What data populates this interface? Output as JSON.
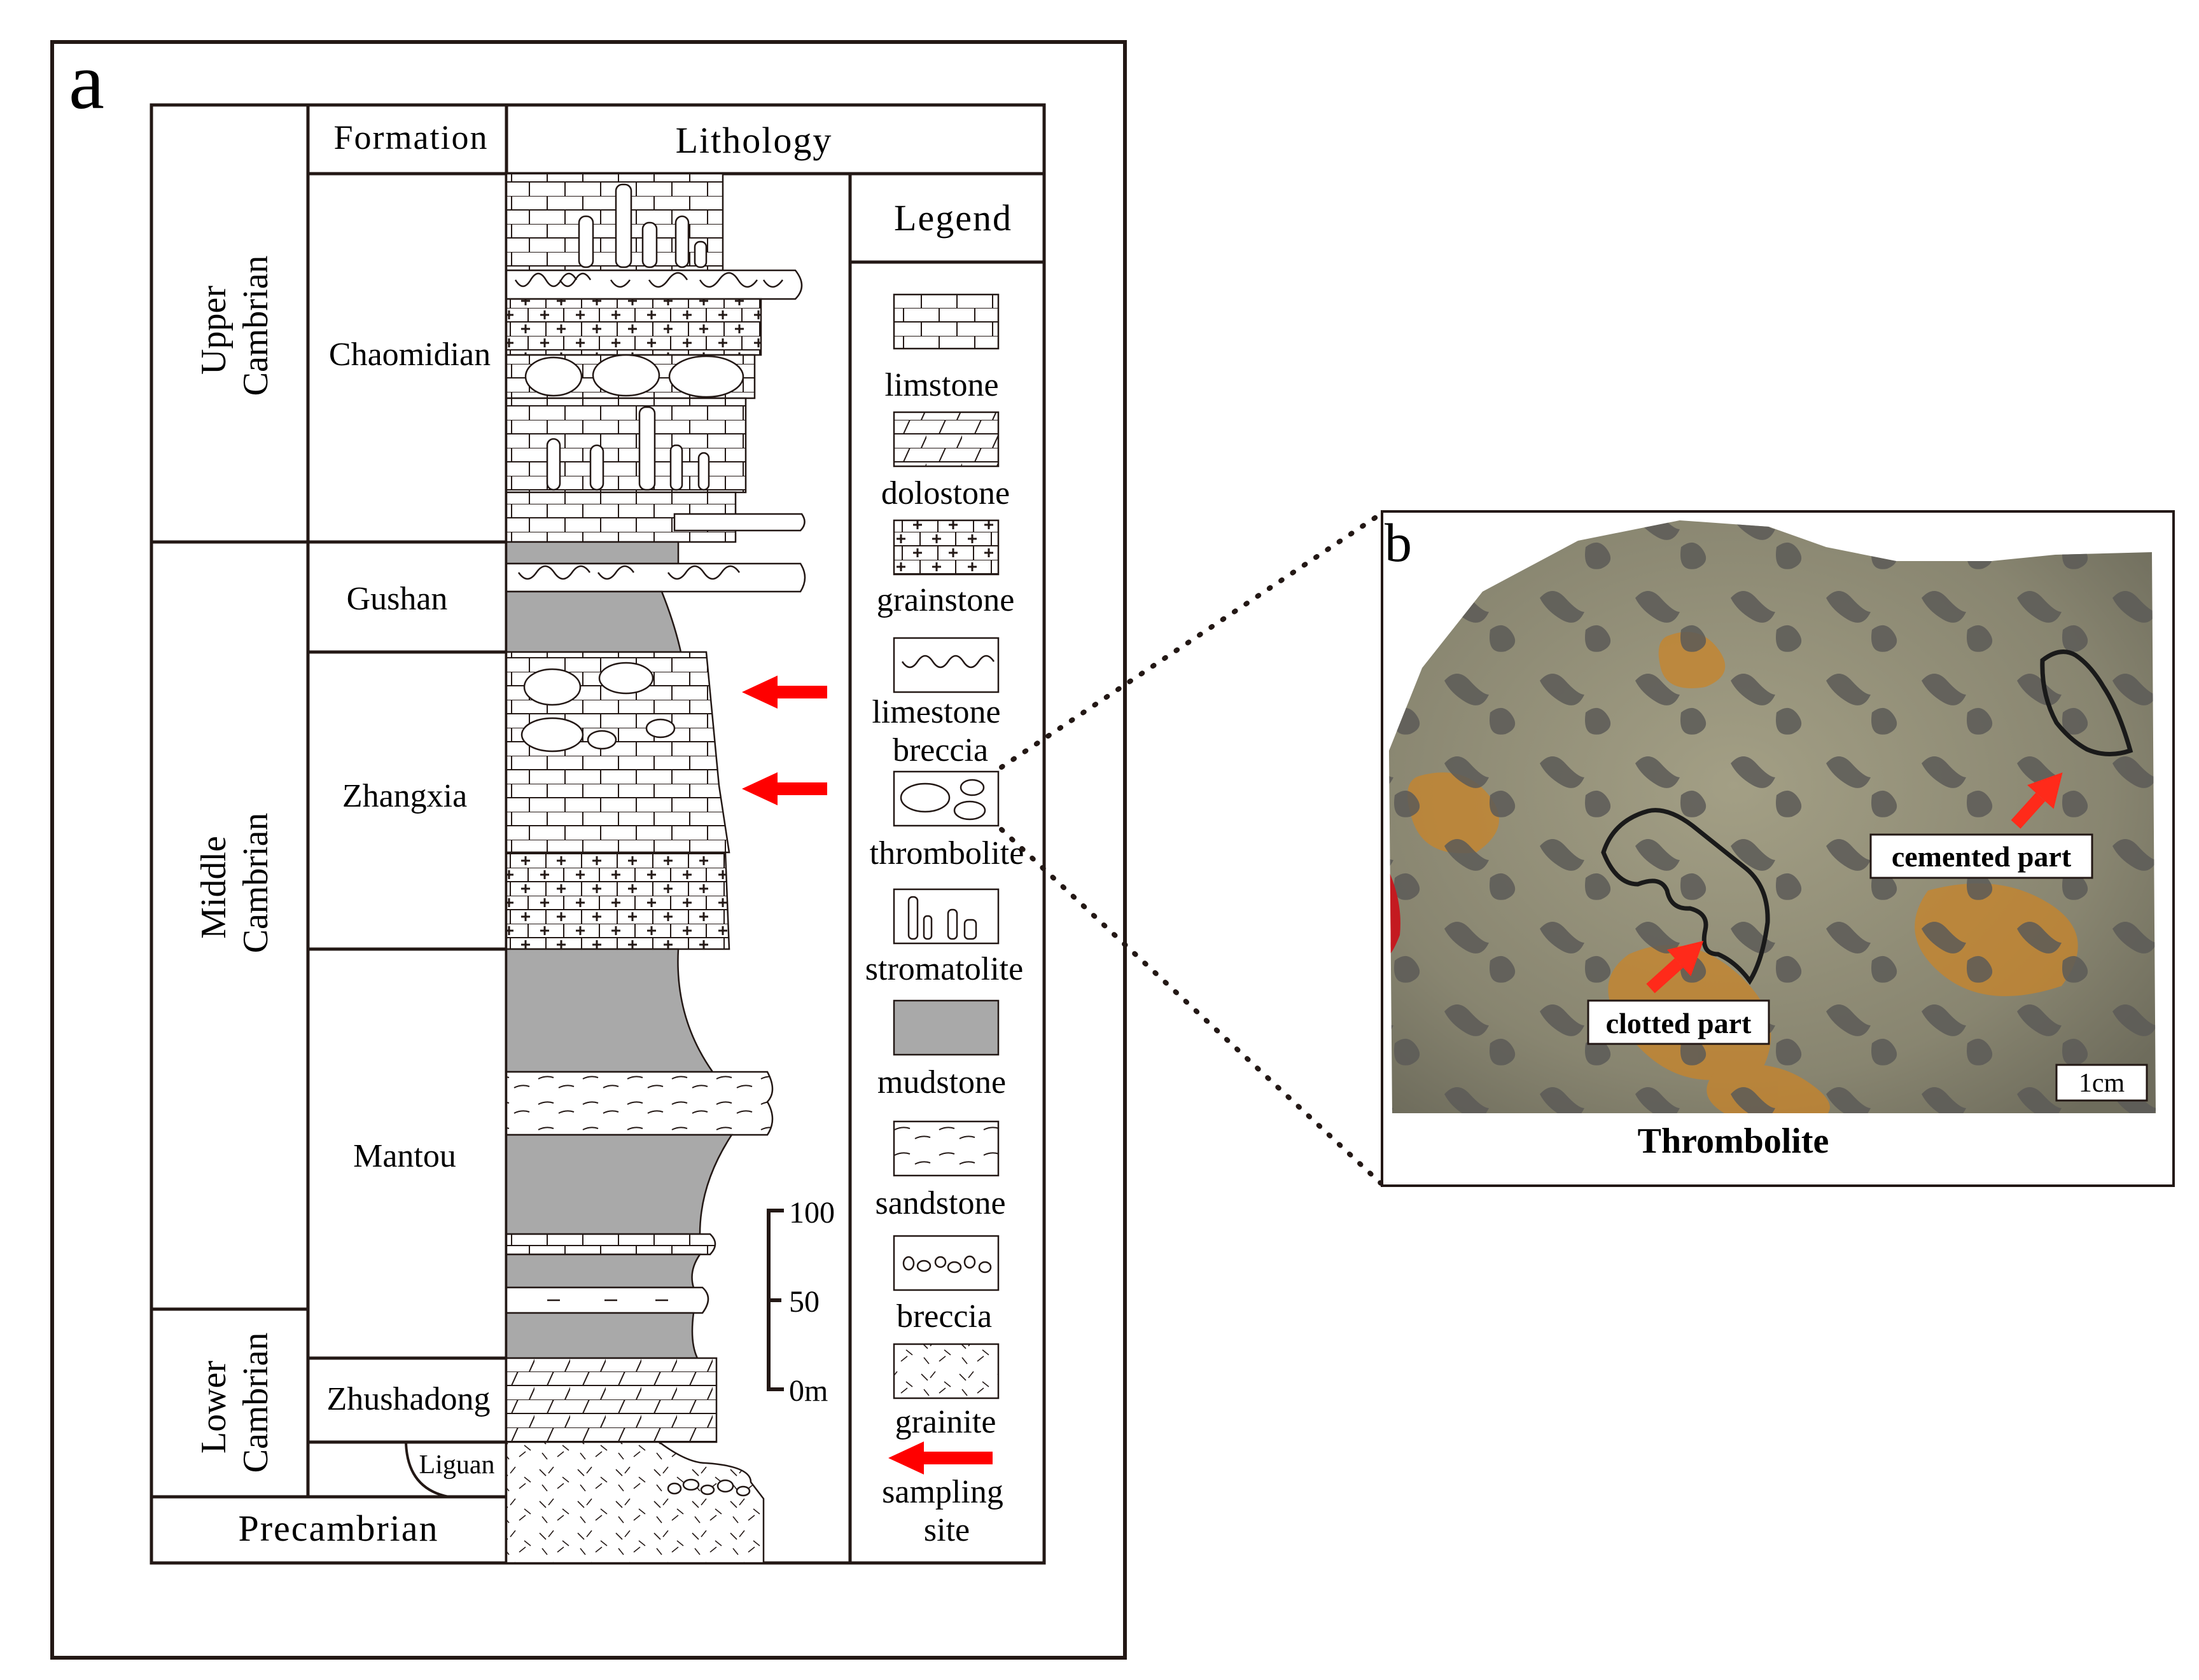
{
  "panel_a": {
    "letter": "a",
    "headers": {
      "formation": "Formation",
      "lithology": "Lithology",
      "legend": "Legend"
    },
    "periods": [
      {
        "lines": [
          "Upper",
          "Cambrian"
        ]
      },
      {
        "lines": [
          "Middle",
          "Cambrian"
        ]
      },
      {
        "lines": [
          "Lower",
          "Cambrian"
        ]
      }
    ],
    "precambrian": "Precambrian",
    "formations": [
      "Chaomidian",
      "Gushan",
      "Zhangxia",
      "Mantou",
      "Zhushadong",
      "Liguan"
    ],
    "legend_items": [
      {
        "lines": [
          "limstone"
        ]
      },
      {
        "lines": [
          "dolostone"
        ]
      },
      {
        "lines": [
          "grainstone"
        ]
      },
      {
        "lines": [
          "limestone",
          "breccia"
        ]
      },
      {
        "lines": [
          "thrombolite"
        ]
      },
      {
        "lines": [
          "stromatolite"
        ]
      },
      {
        "lines": [
          "mudstone"
        ]
      },
      {
        "lines": [
          "sandstone"
        ]
      },
      {
        "lines": [
          "breccia"
        ]
      },
      {
        "lines": [
          "grainite"
        ]
      },
      {
        "lines": [
          "sampling",
          "site"
        ]
      }
    ],
    "scale_labels": [
      "100",
      "50",
      "0m"
    ],
    "colors": {
      "mudstone": "#a9a9a9",
      "arrow": "#ff0000",
      "line": "#231815"
    }
  },
  "panel_b": {
    "letter": "b",
    "caption": "Thrombolite",
    "labels": {
      "clotted": "clotted part",
      "cemented": "cemented part",
      "scale": "1cm"
    },
    "colors": {
      "rock_base": "#8c8a72",
      "clots": "#5f5f5a",
      "oxide": "#c8842a",
      "arrow": "#ff2a1a"
    }
  }
}
